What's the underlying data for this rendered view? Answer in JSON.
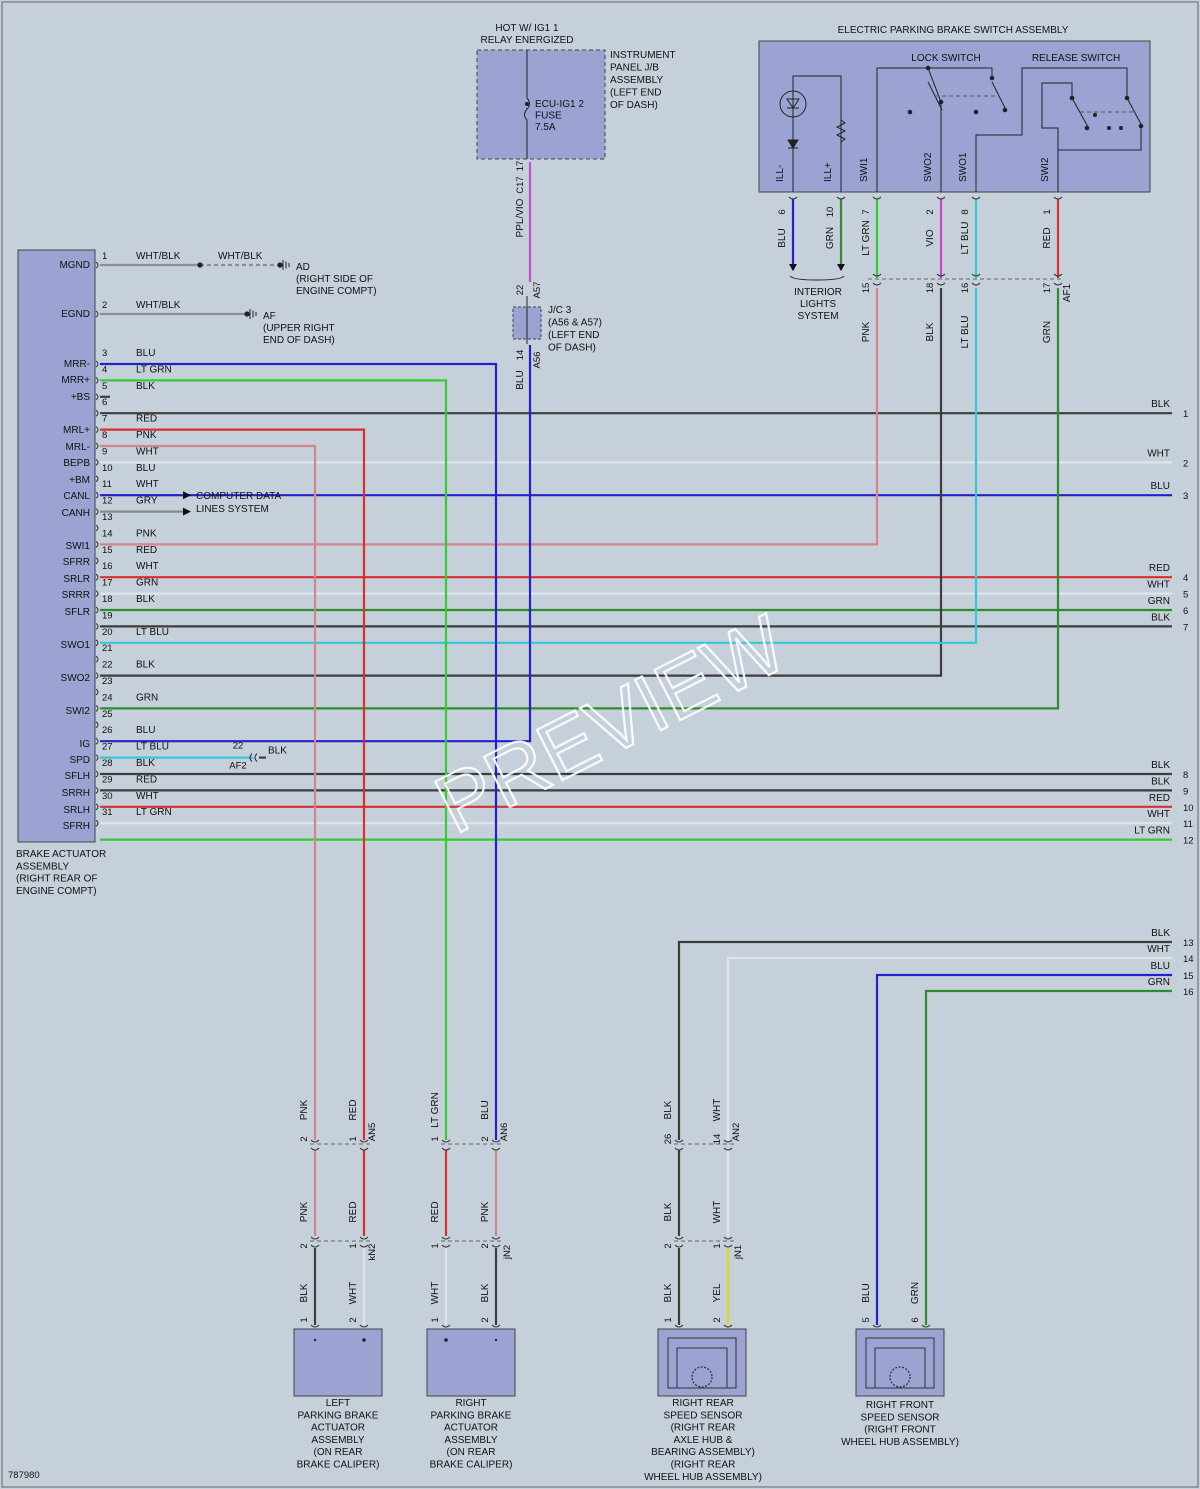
{
  "colors": {
    "BLU": "#2222cc",
    "LT GRN": "#33cc33",
    "BLK": "#3d3d3d",
    "RED": "#d83030",
    "PNK": "#d4848c",
    "WHT": "#dfe4e8",
    "GRY": "#8a8a8a",
    "LT BLU": "#33c8d8",
    "GRN": "#2e8c2e",
    "VIO": "#cc44cc",
    "PPL/VIO": "#c050c8",
    "YEL": "#d8d820",
    "WHT/BLK": "#8a8f96"
  },
  "page_id": "787980",
  "watermark": "PREVIEW",
  "hot_label": [
    "HOT W/ IG1 1",
    "RELAY ENERGIZED"
  ],
  "ipjb": {
    "label": [
      "INSTRUMENT",
      "PANEL J/B",
      "ASSEMBLY",
      "(LEFT END",
      "OF DASH)"
    ],
    "fuse": [
      "ECU-IG1 2",
      "FUSE",
      "7.5A"
    ],
    "pin": "17",
    "conn": "C17",
    "wire": "PPL/VIO"
  },
  "jc3": {
    "label": [
      "J/C 3",
      "(A56 & A57)",
      "(LEFT END",
      "OF DASH)"
    ],
    "top_pin": "22",
    "top_conn": "A57",
    "bot_pin": "14",
    "bot_conn": "A56",
    "bot_wire": "BLU"
  },
  "epb": {
    "title": "ELECTRIC PARKING BRAKE SWITCH ASSEMBLY",
    "lock": "LOCK SWITCH",
    "release": "RELEASE SWITCH",
    "terms": [
      {
        "name": "ILL-",
        "pin": "6",
        "wire": "BLU",
        "rpin": ""
      },
      {
        "name": "ILL+",
        "pin": "10",
        "wire": "GRN",
        "rpin": ""
      },
      {
        "name": "SWI1",
        "pin": "7",
        "wire": "LT GRN",
        "rpin": "15"
      },
      {
        "name": "SWO2",
        "pin": "2",
        "wire": "VIO",
        "rpin": "18"
      },
      {
        "name": "SWO1",
        "pin": "8",
        "wire": "LT BLU",
        "rpin": "16"
      },
      {
        "name": "SWI2",
        "pin": "1",
        "wire": "RED",
        "rpin": "17"
      }
    ],
    "relay_conn": "AF1",
    "below_wires": [
      "PNK",
      "BLK",
      "LT BLU",
      "GRN"
    ],
    "interior": [
      "INTERIOR",
      "LIGHTS",
      "SYSTEM"
    ]
  },
  "actuator": {
    "label": [
      "BRAKE ACTUATOR",
      "ASSEMBLY",
      "(RIGHT REAR OF",
      "ENGINE COMPT)"
    ],
    "pins": [
      {
        "pin": "1",
        "term": "MGND",
        "wire": "WHT/BLK"
      },
      {
        "pin": "2",
        "term": "EGND",
        "wire": "WHT/BLK"
      },
      {
        "pin": "3",
        "term": "MRR-",
        "wire": "BLU"
      },
      {
        "pin": "4",
        "term": "",
        "wire": "LT GRN"
      },
      {
        "pin": "5",
        "term": "MRR+",
        "wire": "BLK"
      },
      {
        "pin": "6",
        "term": "+BS",
        "wire": ""
      },
      {
        "pin": "7",
        "term": "",
        "wire": "RED"
      },
      {
        "pin": "8",
        "term": "MRL+",
        "wire": "PNK"
      },
      {
        "pin": "9",
        "term": "MRL-",
        "wire": "WHT"
      },
      {
        "pin": "10",
        "term": "BEPB",
        "wire": "BLU"
      },
      {
        "pin": "11",
        "term": "+BM",
        "wire": "WHT"
      },
      {
        "pin": "12",
        "term": "CANL",
        "wire": "GRY"
      },
      {
        "pin": "13",
        "term": "CANH",
        "wire": ""
      },
      {
        "pin": "14",
        "term": "",
        "wire": "PNK"
      },
      {
        "pin": "15",
        "term": "SWI1",
        "wire": "RED"
      },
      {
        "pin": "16",
        "term": "SFRR",
        "wire": "WHT"
      },
      {
        "pin": "17",
        "term": "SRLR",
        "wire": "GRN"
      },
      {
        "pin": "18",
        "term": "SRRR",
        "wire": "BLK"
      },
      {
        "pin": "19",
        "term": "SFLR",
        "wire": ""
      },
      {
        "pin": "20",
        "term": "",
        "wire": "LT BLU"
      },
      {
        "pin": "21",
        "term": "SWO1",
        "wire": ""
      },
      {
        "pin": "22",
        "term": "",
        "wire": "BLK"
      },
      {
        "pin": "23",
        "term": "SWO2",
        "wire": ""
      },
      {
        "pin": "24",
        "term": "",
        "wire": "GRN"
      },
      {
        "pin": "25",
        "term": "SWI2",
        "wire": ""
      },
      {
        "pin": "26",
        "term": "",
        "wire": "BLU"
      },
      {
        "pin": "27",
        "term": "IG",
        "wire": "LT BLU"
      },
      {
        "pin": "28",
        "term": "SPD",
        "wire": "BLK"
      },
      {
        "pin": "29",
        "term": "SFLH",
        "wire": "RED"
      },
      {
        "pin": "30",
        "term": "SRRH",
        "wire": "WHT"
      },
      {
        "pin": "31",
        "term": "SRLH",
        "wire": "LT GRN"
      },
      {
        "pin": "",
        "term": "SFRH",
        "wire": ""
      }
    ],
    "mgnd_ground": {
      "wire": "WHT/BLK",
      "id": "AD",
      "label": [
        "(RIGHT SIDE OF",
        "ENGINE COMPT)"
      ]
    },
    "egnd_ground": {
      "id": "AF",
      "label": [
        "(UPPER RIGHT",
        "END OF DASH)"
      ]
    },
    "can_label": [
      "COMPUTER DATA",
      "LINES SYSTEM"
    ],
    "spd_conn": {
      "pin": "22",
      "conn": "AF2",
      "wire": "BLK"
    }
  },
  "right_refs": [
    {
      "n": "1",
      "wire": "BLK"
    },
    {
      "n": "2",
      "wire": "WHT"
    },
    {
      "n": "3",
      "wire": "BLU"
    },
    {
      "n": "4",
      "wire": "RED"
    },
    {
      "n": "5",
      "wire": "WHT"
    },
    {
      "n": "6",
      "wire": "GRN"
    },
    {
      "n": "7",
      "wire": "BLK"
    },
    {
      "n": "8",
      "wire": "BLK"
    },
    {
      "n": "9",
      "wire": "BLK"
    },
    {
      "n": "10",
      "wire": "RED"
    },
    {
      "n": "11",
      "wire": "WHT"
    },
    {
      "n": "12",
      "wire": "LT GRN"
    },
    {
      "n": "13",
      "wire": "BLK"
    },
    {
      "n": "14",
      "wire": "WHT"
    },
    {
      "n": "15",
      "wire": "BLU"
    },
    {
      "n": "16",
      "wire": "GRN"
    }
  ],
  "bottom": {
    "conn": [
      "AN5",
      "AN6",
      "AN2",
      "kN2",
      "jN2",
      "jN1"
    ],
    "left_caliper": [
      "LEFT",
      "PARKING BRAKE",
      "ACTUATOR",
      "ASSEMBLY",
      "(ON REAR",
      "BRAKE CALIPER)"
    ],
    "right_caliper": [
      "RIGHT",
      "PARKING BRAKE",
      "ACTUATOR",
      "ASSEMBLY",
      "(ON REAR",
      "BRAKE CALIPER)"
    ],
    "rr_sensor": [
      "RIGHT REAR",
      "SPEED SENSOR",
      "(RIGHT REAR",
      "AXLE HUB &",
      "BEARING ASSEMBLY)",
      "(RIGHT REAR",
      "WHEEL HUB ASSEMBLY)"
    ],
    "rf_sensor": [
      "RIGHT FRONT",
      "SPEED SENSOR",
      "(RIGHT FRONT",
      "WHEEL HUB ASSEMBLY)"
    ],
    "wires_upper": [
      "PNK",
      "RED",
      "LT GRN",
      "BLU",
      "BLK",
      "WHT"
    ],
    "wires_mid": [
      "PNK",
      "RED",
      "RED",
      "PNK",
      "BLK",
      "WHT"
    ],
    "wires_low": [
      "BLK",
      "WHT",
      "WHT",
      "BLK",
      "BLK",
      "YEL",
      "BLU",
      "GRN"
    ],
    "pins_upper": [
      "2",
      "1",
      "1",
      "2",
      "26",
      "14"
    ],
    "pins_mid": [
      "2",
      "1",
      "1",
      "2",
      "2",
      "1"
    ],
    "pins_low": [
      "1",
      "2",
      "1",
      "2",
      "1",
      "2",
      "5",
      "6"
    ]
  }
}
